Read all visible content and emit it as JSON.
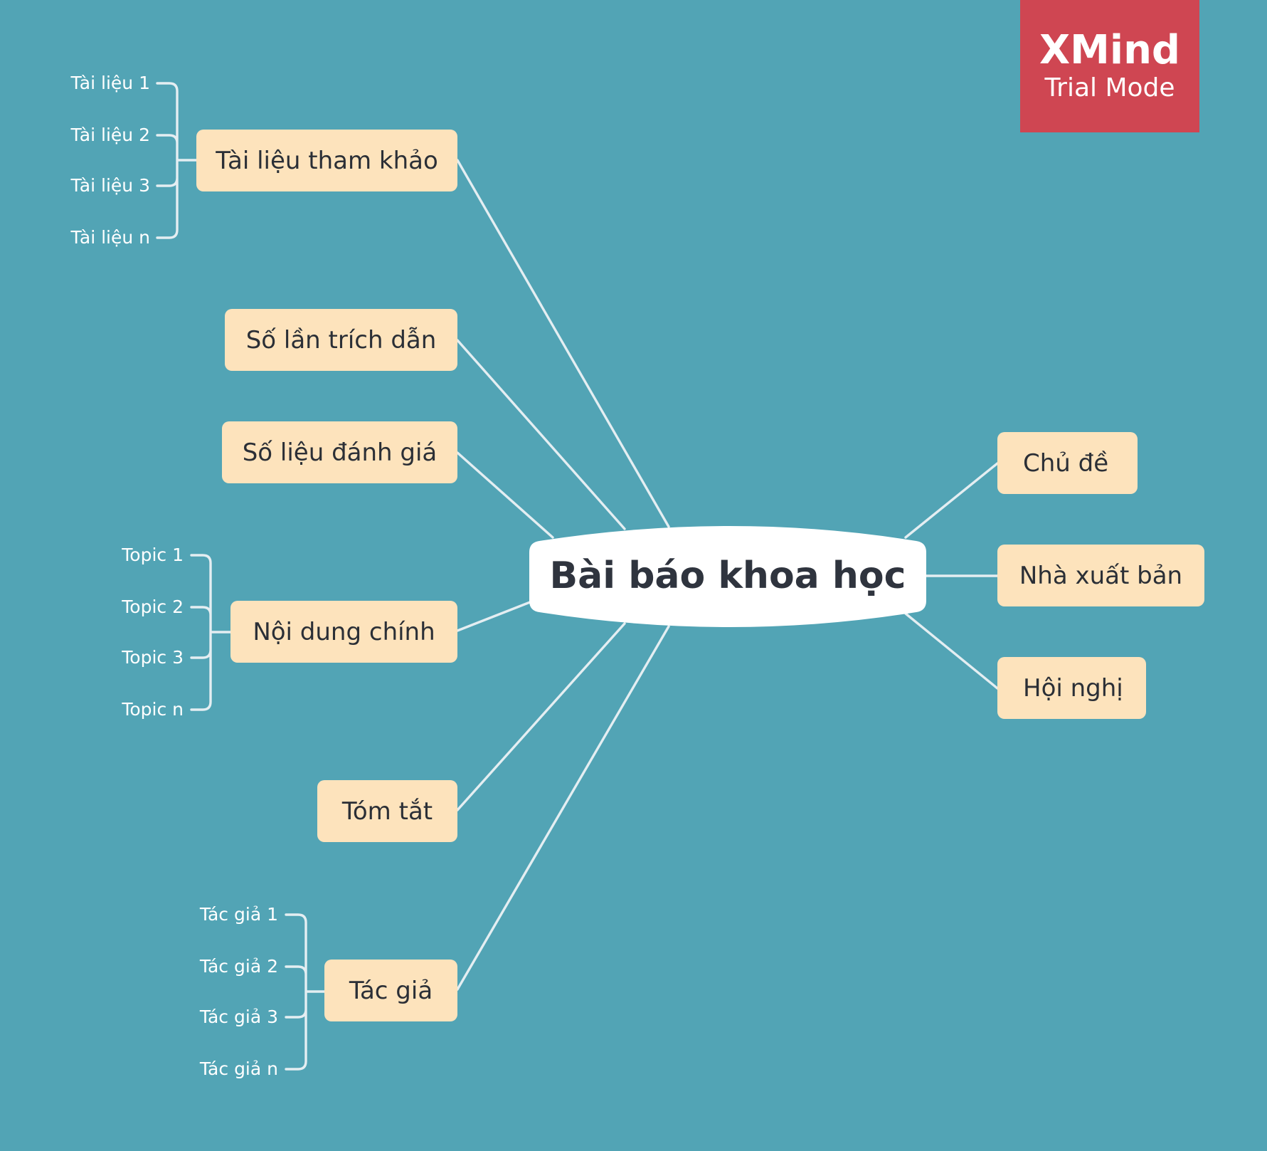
{
  "central_topic": "Bài báo khoa học",
  "left_topics": [
    {
      "label": "Tài liệu tham khảo",
      "subtopics": [
        "Tài liệu 1",
        "Tài liệu 2",
        "Tài liệu 3",
        "Tài liệu n"
      ]
    },
    {
      "label": "Số lần trích dẫn",
      "subtopics": []
    },
    {
      "label": "Số liệu đánh giá",
      "subtopics": []
    },
    {
      "label": "Nội dung chính",
      "subtopics": [
        "Topic 1",
        "Topic 2",
        "Topic 3",
        "Topic n"
      ]
    },
    {
      "label": "Tóm tắt",
      "subtopics": []
    },
    {
      "label": "Tác giả",
      "subtopics": [
        "Tác giả 1",
        "Tác giả 2",
        "Tác giả 3",
        "Tác giả n"
      ]
    }
  ],
  "right_topics": [
    {
      "label": "Chủ đề"
    },
    {
      "label": "Nhà xuất bản"
    },
    {
      "label": "Hội nghị"
    }
  ],
  "watermark": {
    "brand": "XMind",
    "mode": "Trial Mode"
  },
  "colors": {
    "background": "#52a4b5",
    "topic_fill": "#fde3bc",
    "central_fill": "#ffffff",
    "connector": "#e4eef2",
    "watermark": "#cf4652"
  }
}
